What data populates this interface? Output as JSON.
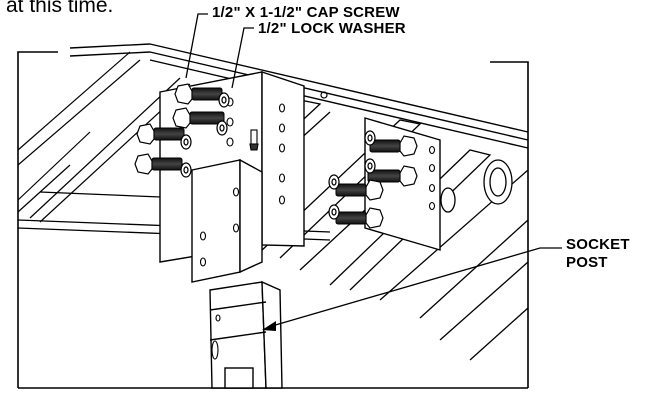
{
  "header_fragment": "at this time.",
  "callouts": {
    "cap_screw": "1/2\" X 1-1/2\" CAP SCREW",
    "lock_washer": "1/2\" LOCK WASHER",
    "socket_post_line1": "SOCKET",
    "socket_post_line2": "POST"
  }
}
